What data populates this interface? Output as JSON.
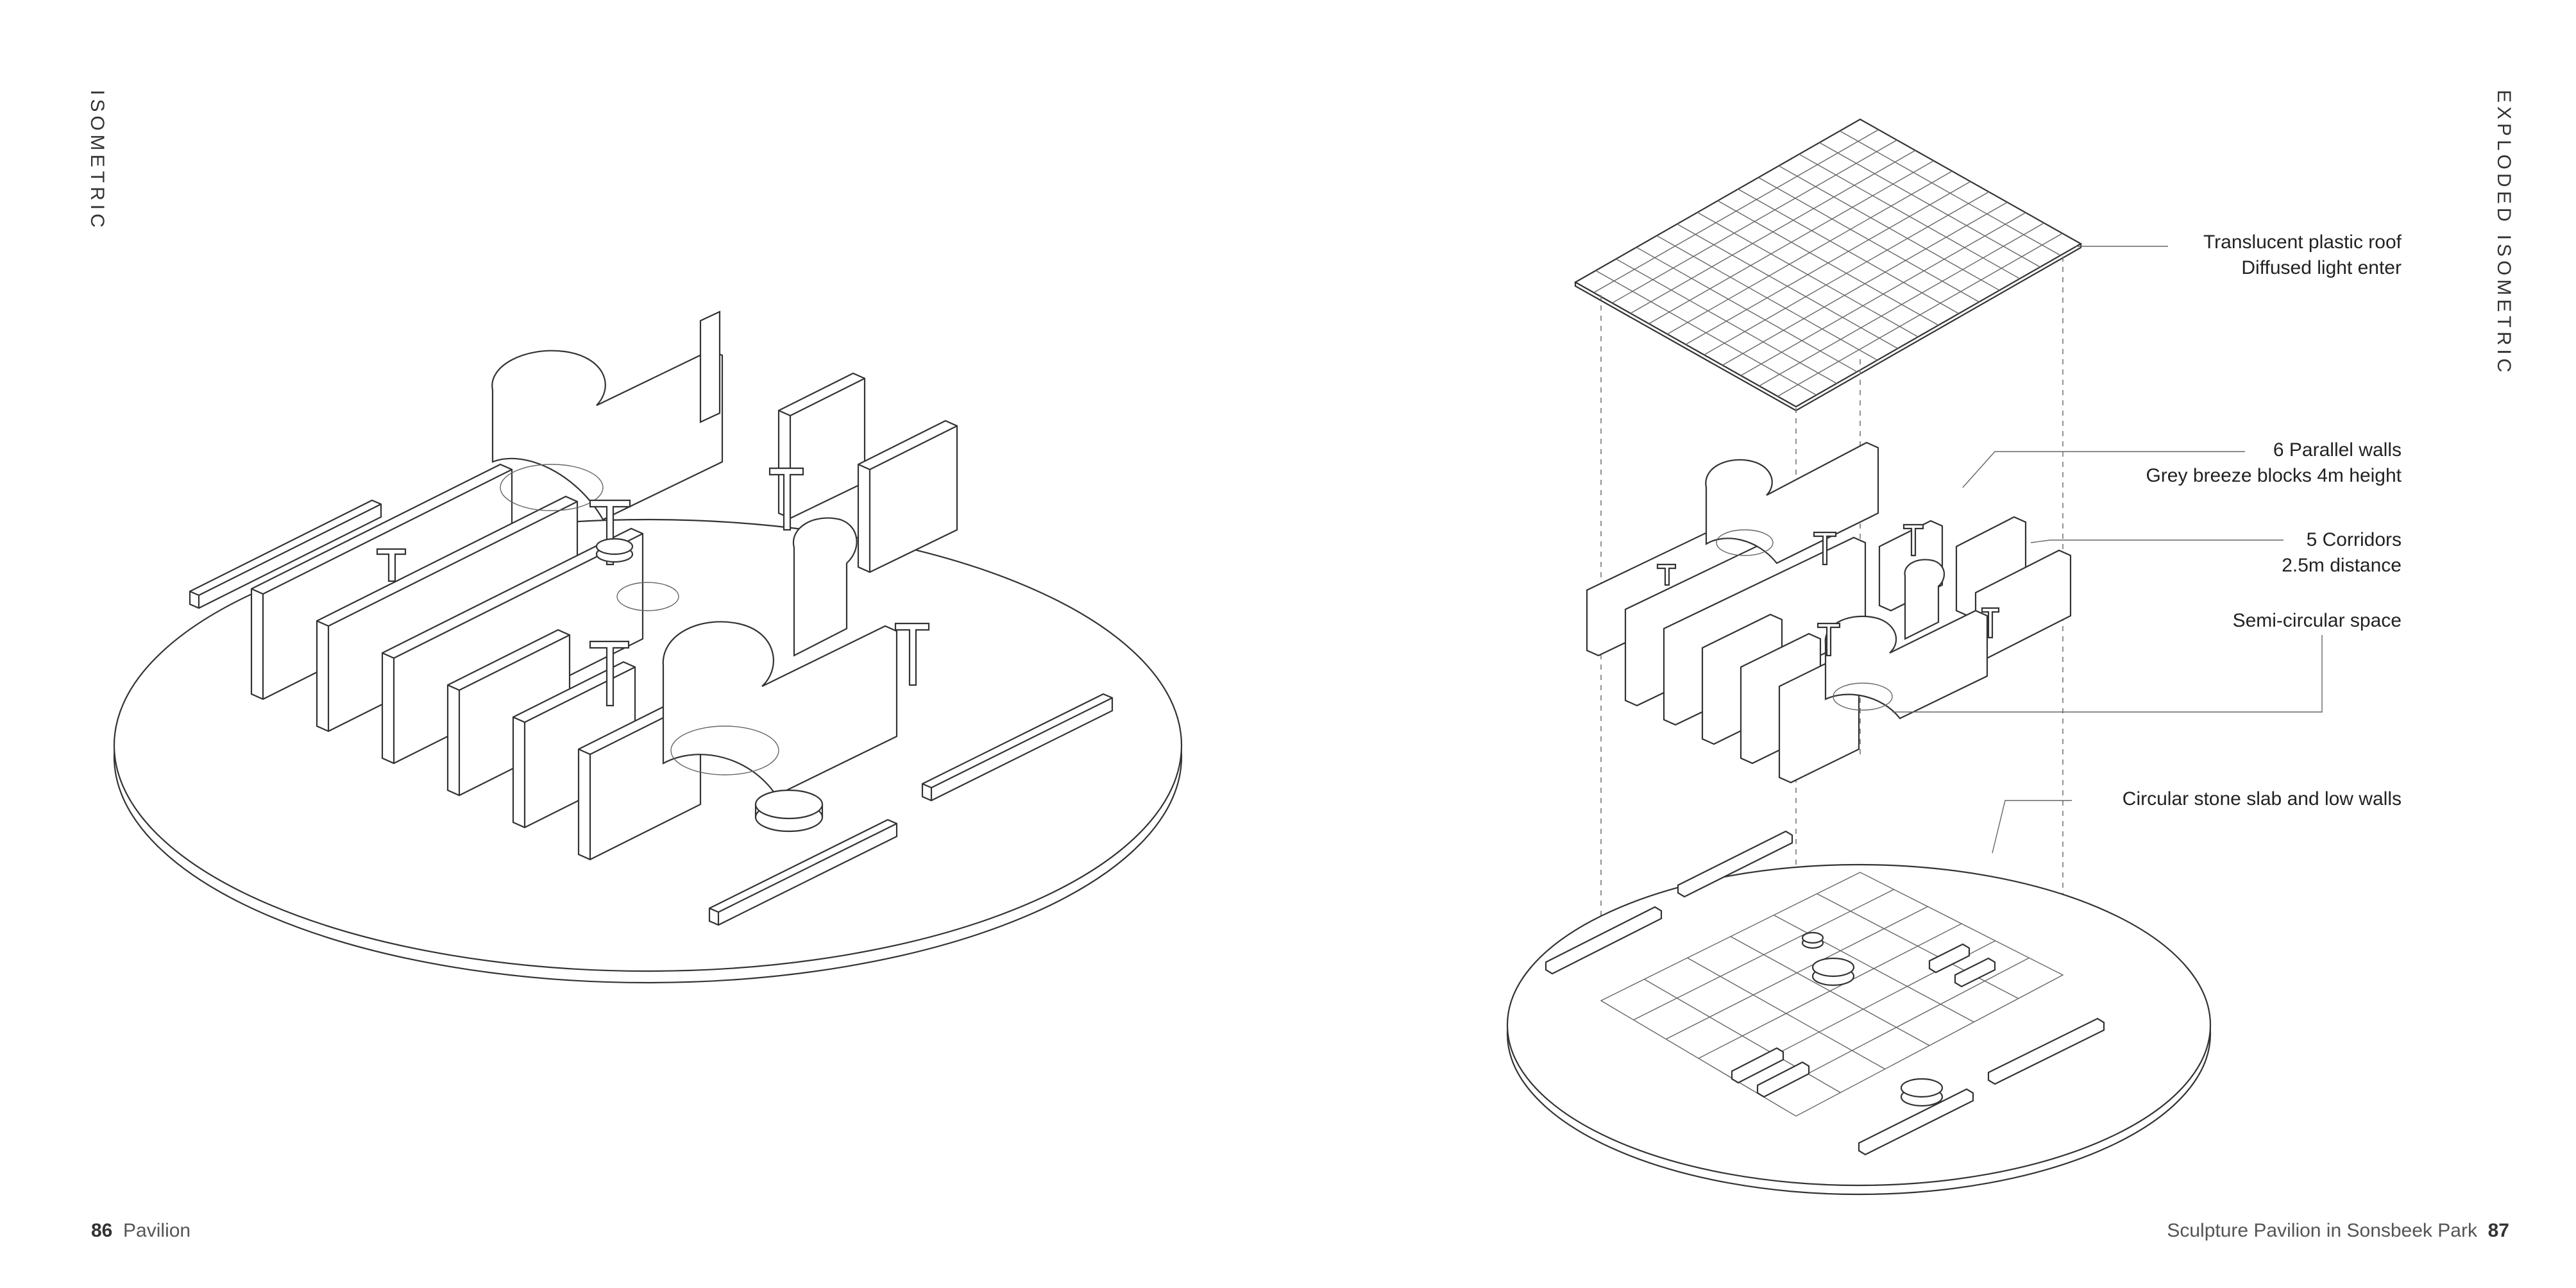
{
  "pages": {
    "left": {
      "side_label": "ISOMETRIC",
      "folio_number": "86",
      "folio_title": "Pavilion"
    },
    "right": {
      "side_label": "EXPLODED ISOMETRIC",
      "folio_title": "Sculpture Pavilion in Sonsbeek Park",
      "folio_number": "87"
    }
  },
  "callouts": {
    "roof_line1": "Translucent plastic roof",
    "roof_line2": "Diffused light enter",
    "walls_line1": "6 Parallel walls",
    "walls_line2": "Grey breeze blocks 4m height",
    "corridors_line1": "5 Corridors",
    "corridors_line2": "2.5m distance",
    "semicircle_line1": "Semi-circular space",
    "slab_line1": "Circular stone slab and low walls"
  }
}
